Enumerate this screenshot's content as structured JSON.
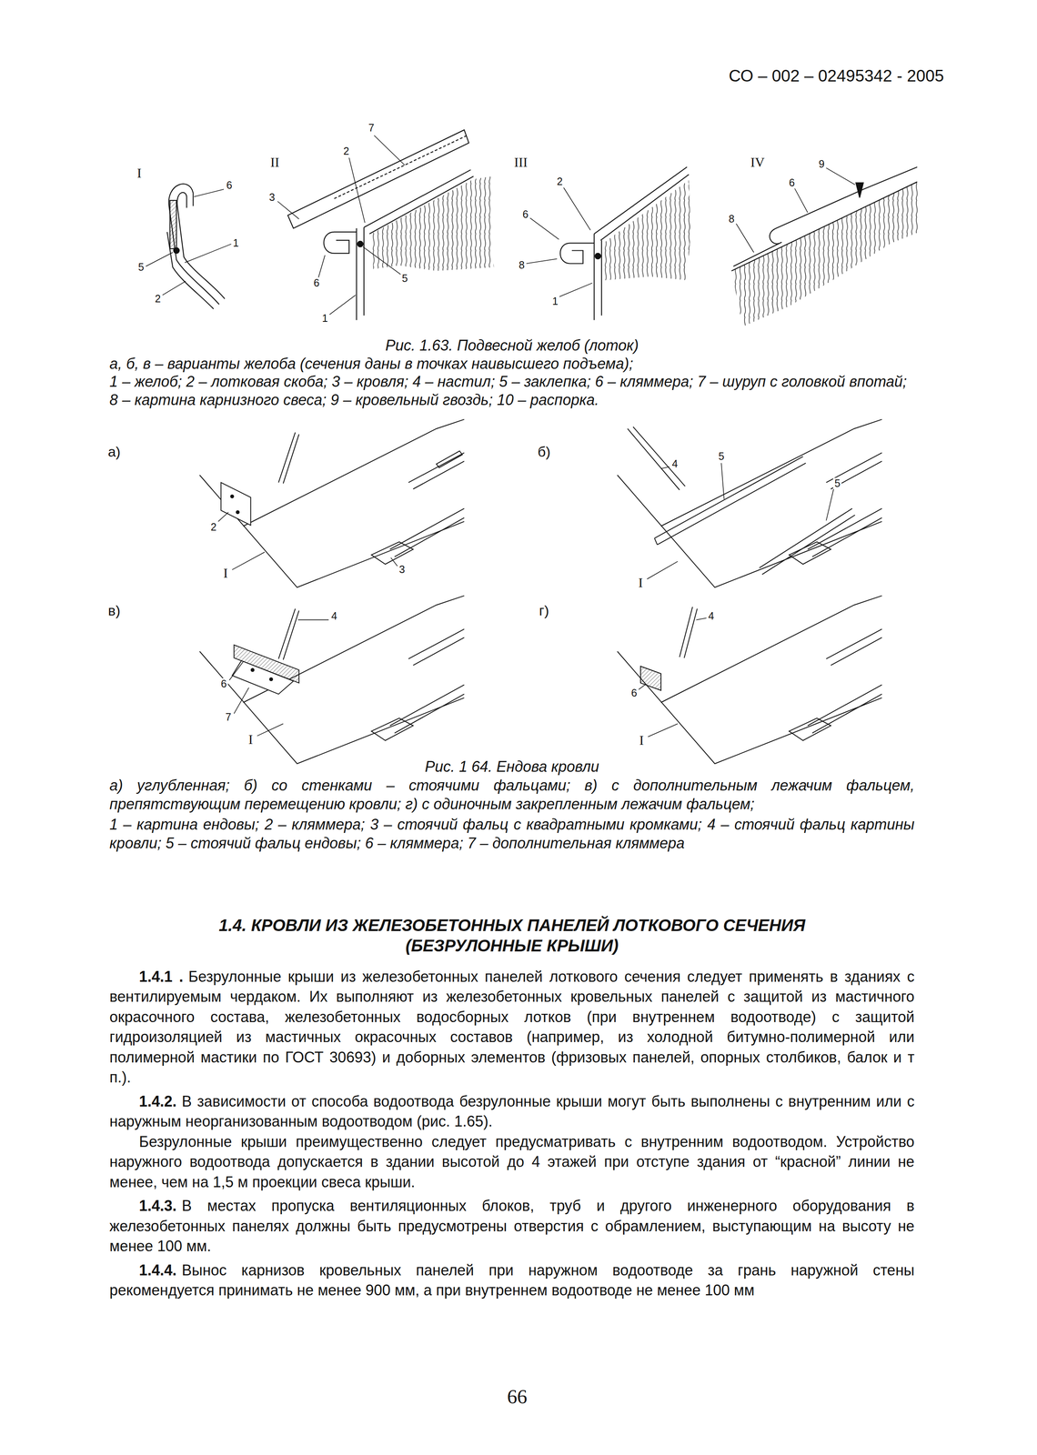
{
  "diagram": {
    "labels": [
      "СО – 002 – 02495342 - 2005",
      "I",
      "6",
      "5",
      "1",
      "2",
      "II",
      "7",
      "2",
      "3",
      "6",
      "5",
      "1",
      "III",
      "2",
      "6",
      "8",
      "1",
      "IV",
      "9",
      "6",
      "8",
      "Рис. 1.63. Подвесной желоб (лоток)",
      "а, б, в – варианты желоба (сечения даны в точках наивысшего подъема);",
      "1 – желоб; 2 – лотковая скоба; 3 – кровля; 4 – настил; 5 – заклепка; 6 – кляммера; 7 – шуруп с головкой впотай; 8 – картина карнизного свеса; 9 – кровельный гвоздь; 10 – распорка.",
      "а)",
      "2",
      "I",
      "3",
      "б)",
      "4",
      "5",
      "5",
      "I",
      "в)",
      "4",
      "6",
      "7",
      "I",
      "г)",
      "4",
      "6",
      "I",
      "Рис. 1 64. Ендова кровли",
      "а) углубленная; б) со стенками – стоячими фальцами; в) с дополнительным лежачим фальцем, препятствующим перемещению кровли; г) с одиночным закрепленным лежачим фальцем;",
      "1 – картина ендовы; 2 – кляммера; 3 – стоячий фальц с квадратными кромками; 4 – стоячий фальц картины кровли; 5 – стоячий фальц ендовы; 6 – кляммера; 7 – дополнительная кляммера",
      "1.4. КРОВЛИ ИЗ ЖЕЛЕЗОБЕТОННЫХ ПАНЕЛЕЙ ЛОТКОВОГО СЕЧЕНИЯ",
      "(БЕЗРУЛОННЫЕ КРЫШИ)",
      "1.4.1 .",
      "Безрулонные крыши из железобетонных панелей лоткового сечения следует применять в зданиях с вентилируемым чердаком. Их выполняют из железобетонных кровельных панелей с защитой из мастичного окрасочного состава, железобетонных водосборных лотков (при внутреннем водоотводе) с защитой гидроизоляцией из мастичных окрасочных составов (например, из холодной битумно-полимерной или полимерной мастики по ГОСТ 30693) и доборных элементов (фризовых панелей, опорных столбиков, балок и т п.).",
      "1.4.2.",
      "В зависимости от способа водоотвода безрулонные крыши могут быть выполнены с внутренним или с наружным неорганизованным водоотводом (рис. 1.65).",
      "Безрулонные крыши преимущественно следует предусматривать с внутренним водоотводом. Устройство наружного водоотвода допускается в здании высотой до 4 этажей при отступе здания от “красной” линии не менее, чем на 1,5 м проекции свеса крыши.",
      "1.4.3.",
      "В местах пропуска вентиляционных блоков, труб и другого инженерного оборудования в железобетонных панелях должны быть предусмотрены отверстия с обрамлением, выступающим на высоту не менее 100 мм.",
      "1.4.4.",
      "Вынос карнизов кровельных панелей при наружном водоотводе за грань наружной стены рекомендуется принимать не менее 900 мм, а при внутреннем водоотводе не менее 100 мм",
      "66"
    ]
  }
}
